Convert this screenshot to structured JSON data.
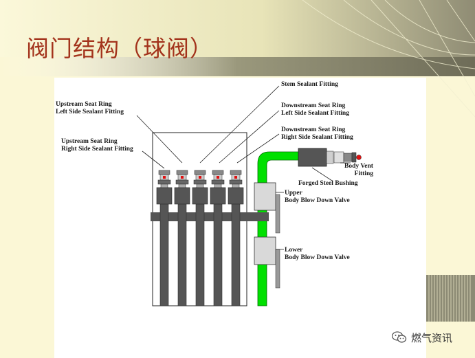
{
  "slide": {
    "title": "阀门结构（球阀）"
  },
  "labels": {
    "stem_sealant_fitting": "Stem Sealant Fitting",
    "upstream_left": [
      "Upstream Seat Ring",
      "Left  Side Sealant Fitting"
    ],
    "downstream_left": [
      "Downstream Seat Ring",
      "Left Side Sealant Fitting"
    ],
    "downstream_right": [
      "Downstream Seat Ring",
      "Right Side Sealant Fitting"
    ],
    "upstream_right": [
      "Upstream Seat Ring",
      "Right Side Sealant Fitting"
    ],
    "body_vent_fitting": [
      "Body Vent",
      "Fitting"
    ],
    "forged_steel_bushing": "Forged Steel Bushing",
    "upper_valve": [
      "Upper",
      "Body Blow Down Valve"
    ],
    "lower_valve": [
      "Lower",
      "Body Blow Down Valve"
    ]
  },
  "watermark": {
    "text": "燃气资讯",
    "icon": "wechat-icon"
  },
  "colors": {
    "title": "#a3331c",
    "pipe": "#00e000",
    "bar": "#555555",
    "valve": "#d9d9d9",
    "fitting_accent": "#e01010"
  }
}
